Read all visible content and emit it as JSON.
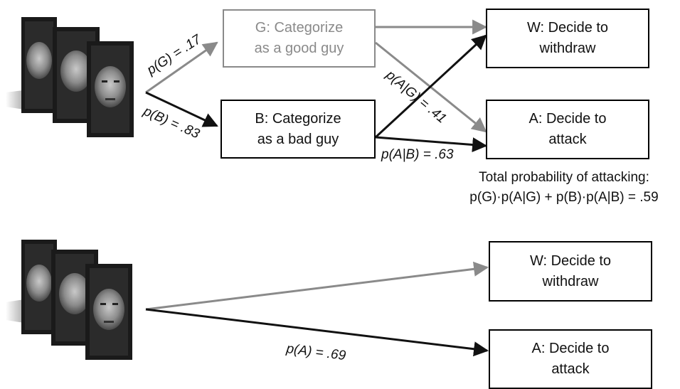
{
  "top": {
    "box_g": "G: Categorize\nas a good guy",
    "box_b": "B: Categorize\nas a bad guy",
    "box_w": "W: Decide to\nwithdraw",
    "box_a": "A: Decide to\nattack",
    "label_pg": "p(G) = .17",
    "label_pb": "p(B) = .83",
    "label_pag": "p(A|G) = .41",
    "label_pab": "p(A|B) = .63",
    "total_title": "Total probability of attacking:",
    "total_formula": "p(G)·p(A|G) + p(B)·p(A|B) = .59"
  },
  "bottom": {
    "box_w": "W: Decide to\nwithdraw",
    "box_a": "A: Decide to\nattack",
    "label_pa": "p(A) = .69"
  },
  "colors": {
    "black": "#111111",
    "grey": "#8a8a8a"
  }
}
